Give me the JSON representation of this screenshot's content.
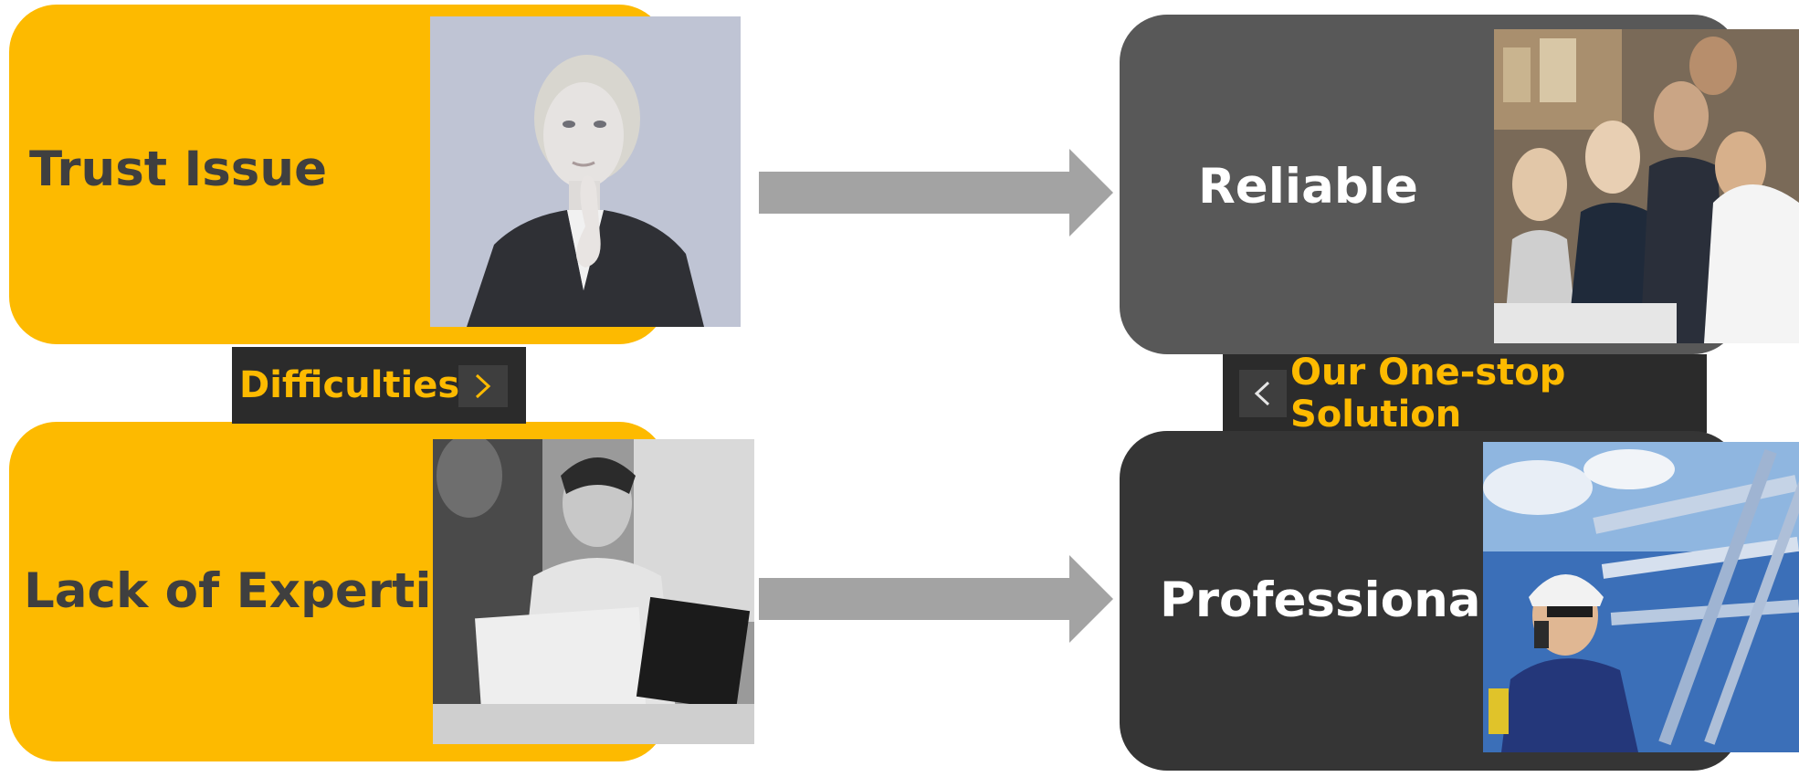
{
  "problems": {
    "tag_label": "Difficulties",
    "items": [
      {
        "label": "Trust Issue",
        "photo_icon": "thinking-woman-photo"
      },
      {
        "label": "Lack of Expertise",
        "photo_icon": "team-meeting-photo"
      }
    ]
  },
  "solutions": {
    "tag_label": "Our One-stop Solution",
    "items": [
      {
        "label": "Reliable",
        "photo_icon": "business-group-photo"
      },
      {
        "label": "Professional",
        "photo_icon": "engineer-pipes-photo"
      }
    ]
  },
  "colors": {
    "problem_card": "#FDBA00",
    "solution_card_top": "#585858",
    "solution_card_bottom": "#353535",
    "tag_background": "#2b2b2b",
    "tag_text": "#FDBA00",
    "arrow": "#a3a3a3"
  }
}
